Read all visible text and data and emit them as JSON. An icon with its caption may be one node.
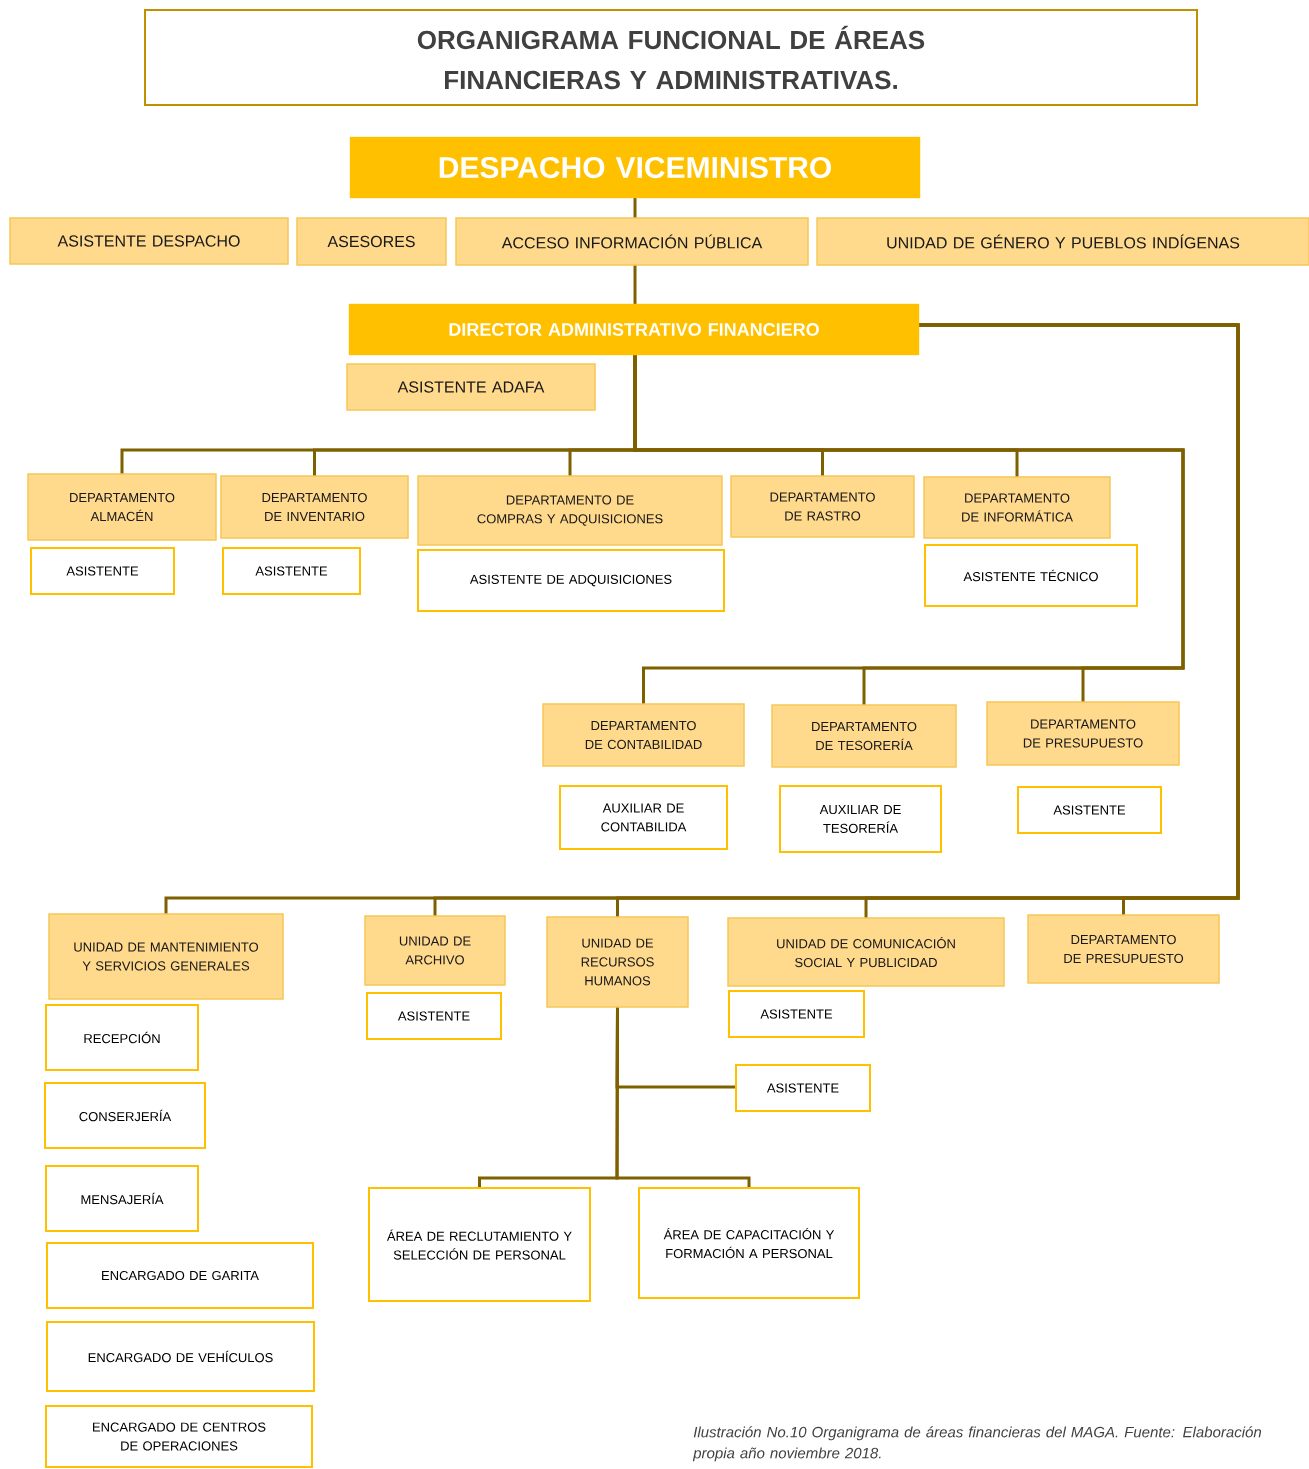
{
  "diagram": {
    "title": "ORGANIGRAMA FUNCIONAL DE ÁREAS FINANCIERAS Y ADMINISTRATIVAS.",
    "caption": "*Ilustración No.10 Organigrama de áreas financieras del MAGA. Fuente: Elaboración propia año noviembre 2018.*",
    "nodes": [
      {
        "text": [
          "DESPACHO VICEMINISTRO"
        ]
      },
      {
        "text": [
          "ASISTENTE DESPACHO"
        ]
      },
      {
        "text": [
          "ASESORES"
        ]
      },
      {
        "text": [
          "ACCESO INFORMACIÓN PÚBLICA"
        ]
      },
      {
        "text": [
          "UNIDAD DE GÉNERO Y PUEBLOS INDÍGENAS"
        ]
      },
      {
        "text": [
          "DIRECTOR ADMINISTRATIVO FINANCIERO"
        ]
      },
      {
        "text": [
          "ASISTENTE ADAFA"
        ]
      },
      {
        "text": [
          "DEPARTAMENTO ALMACÉN"
        ]
      },
      {
        "text": [
          "ASISTENTE"
        ]
      },
      {
        "text": [
          "DEPARTAMENTO DE INVENTARIO"
        ]
      },
      {
        "text": [
          "ASISTENTE"
        ]
      },
      {
        "text": [
          "DEPARTAMENTO DE COMPRAS Y ADQUISICIONES"
        ]
      },
      {
        "text": [
          "ASISTENTE DE ADQUISICIONES"
        ]
      },
      {
        "text": [
          "DEPARTAMENTO DE RASTRO"
        ]
      },
      {
        "text": [
          "DEPARTAMENTO DE INFORMÁTICA"
        ]
      },
      {
        "text": [
          "ASISTENTE TÉCNICO"
        ]
      },
      {
        "text": [
          "DEPARTAMENTO DE CONTABILIDAD"
        ]
      },
      {
        "text": [
          "AUXILIAR DE CONTABILIDA"
        ]
      },
      {
        "text": [
          "DEPARTAMENTO DE TESORERÍA"
        ]
      },
      {
        "text": [
          "AUXILIAR DE TESORERÍA"
        ]
      },
      {
        "text": [
          "DEPARTAMENTO DE PRESUPUESTO"
        ]
      },
      {
        "text": [
          "ASISTENTE"
        ]
      },
      {
        "text": [
          "UNIDAD DE MANTENIMIENTO Y SERVICIOS GENERALES"
        ]
      },
      {
        "text": [
          "RECEPCIÓN"
        ]
      },
      {
        "text": [
          "CONSERJERÍA"
        ]
      },
      {
        "text": [
          "MENSAJERÍA"
        ]
      },
      {
        "text": [
          "ENCARGADO DE GARITA"
        ]
      },
      {
        "text": [
          "ENCARGADO DE VEHÍCULOS"
        ]
      },
      {
        "text": [
          "ENCARGADO DE CENTROS DE OPERACIONES"
        ]
      },
      {
        "text": [
          "UNIDAD DE ARCHIVO"
        ]
      },
      {
        "text": [
          "ASISTENTE"
        ]
      },
      {
        "text": [
          "UNIDAD DE RECURSOS HUMANOS"
        ]
      },
      {
        "text": [
          "UNIDAD DE COMUNICACIÓN SOCIAL Y PUBLICIDAD"
        ]
      },
      {
        "text": [
          "ASISTENTE"
        ]
      },
      {
        "text": [
          "DEPARTAMENTO DE PRESUPUESTO"
        ]
      },
      {
        "text": [
          "ASISTENTE"
        ]
      },
      {
        "text": [
          "ÁREA DE RECLUTAMIENTO Y SELECCIÓN DE PERSONAL"
        ]
      },
      {
        "text": [
          "ÁREA DE CAPACITACIÓN Y FORMACIÓN A PERSONAL"
        ]
      }
    ],
    "edges": [
      {
        "from": 0,
        "to": 3,
        "arrow": "none"
      },
      {
        "from": 3,
        "to": 5,
        "arrow": "none"
      },
      {
        "from": 5,
        "to": 7,
        "arrow": "none"
      },
      {
        "from": 5,
        "to": 9,
        "arrow": "none"
      },
      {
        "from": 5,
        "to": 11,
        "arrow": "none"
      },
      {
        "from": 5,
        "to": 13,
        "arrow": "none"
      },
      {
        "from": 5,
        "to": 14,
        "arrow": "none"
      },
      {
        "from": 5,
        "to": 16,
        "arrow": "none"
      },
      {
        "from": 5,
        "to": 18,
        "arrow": "none"
      },
      {
        "from": 5,
        "to": 20,
        "arrow": "none"
      },
      {
        "from": 5,
        "to": 22,
        "arrow": "none"
      },
      {
        "from": 5,
        "to": 29,
        "arrow": "none"
      },
      {
        "from": 5,
        "to": 31,
        "arrow": "none"
      },
      {
        "from": 5,
        "to": 32,
        "arrow": "none"
      },
      {
        "from": 5,
        "to": 34,
        "arrow": "none"
      },
      {
        "from": 31,
        "to": 35,
        "arrow": "none"
      },
      {
        "from": 31,
        "to": 36,
        "arrow": "none"
      },
      {
        "from": 31,
        "to": 37,
        "arrow": "none"
      }
    ]
  }
}
